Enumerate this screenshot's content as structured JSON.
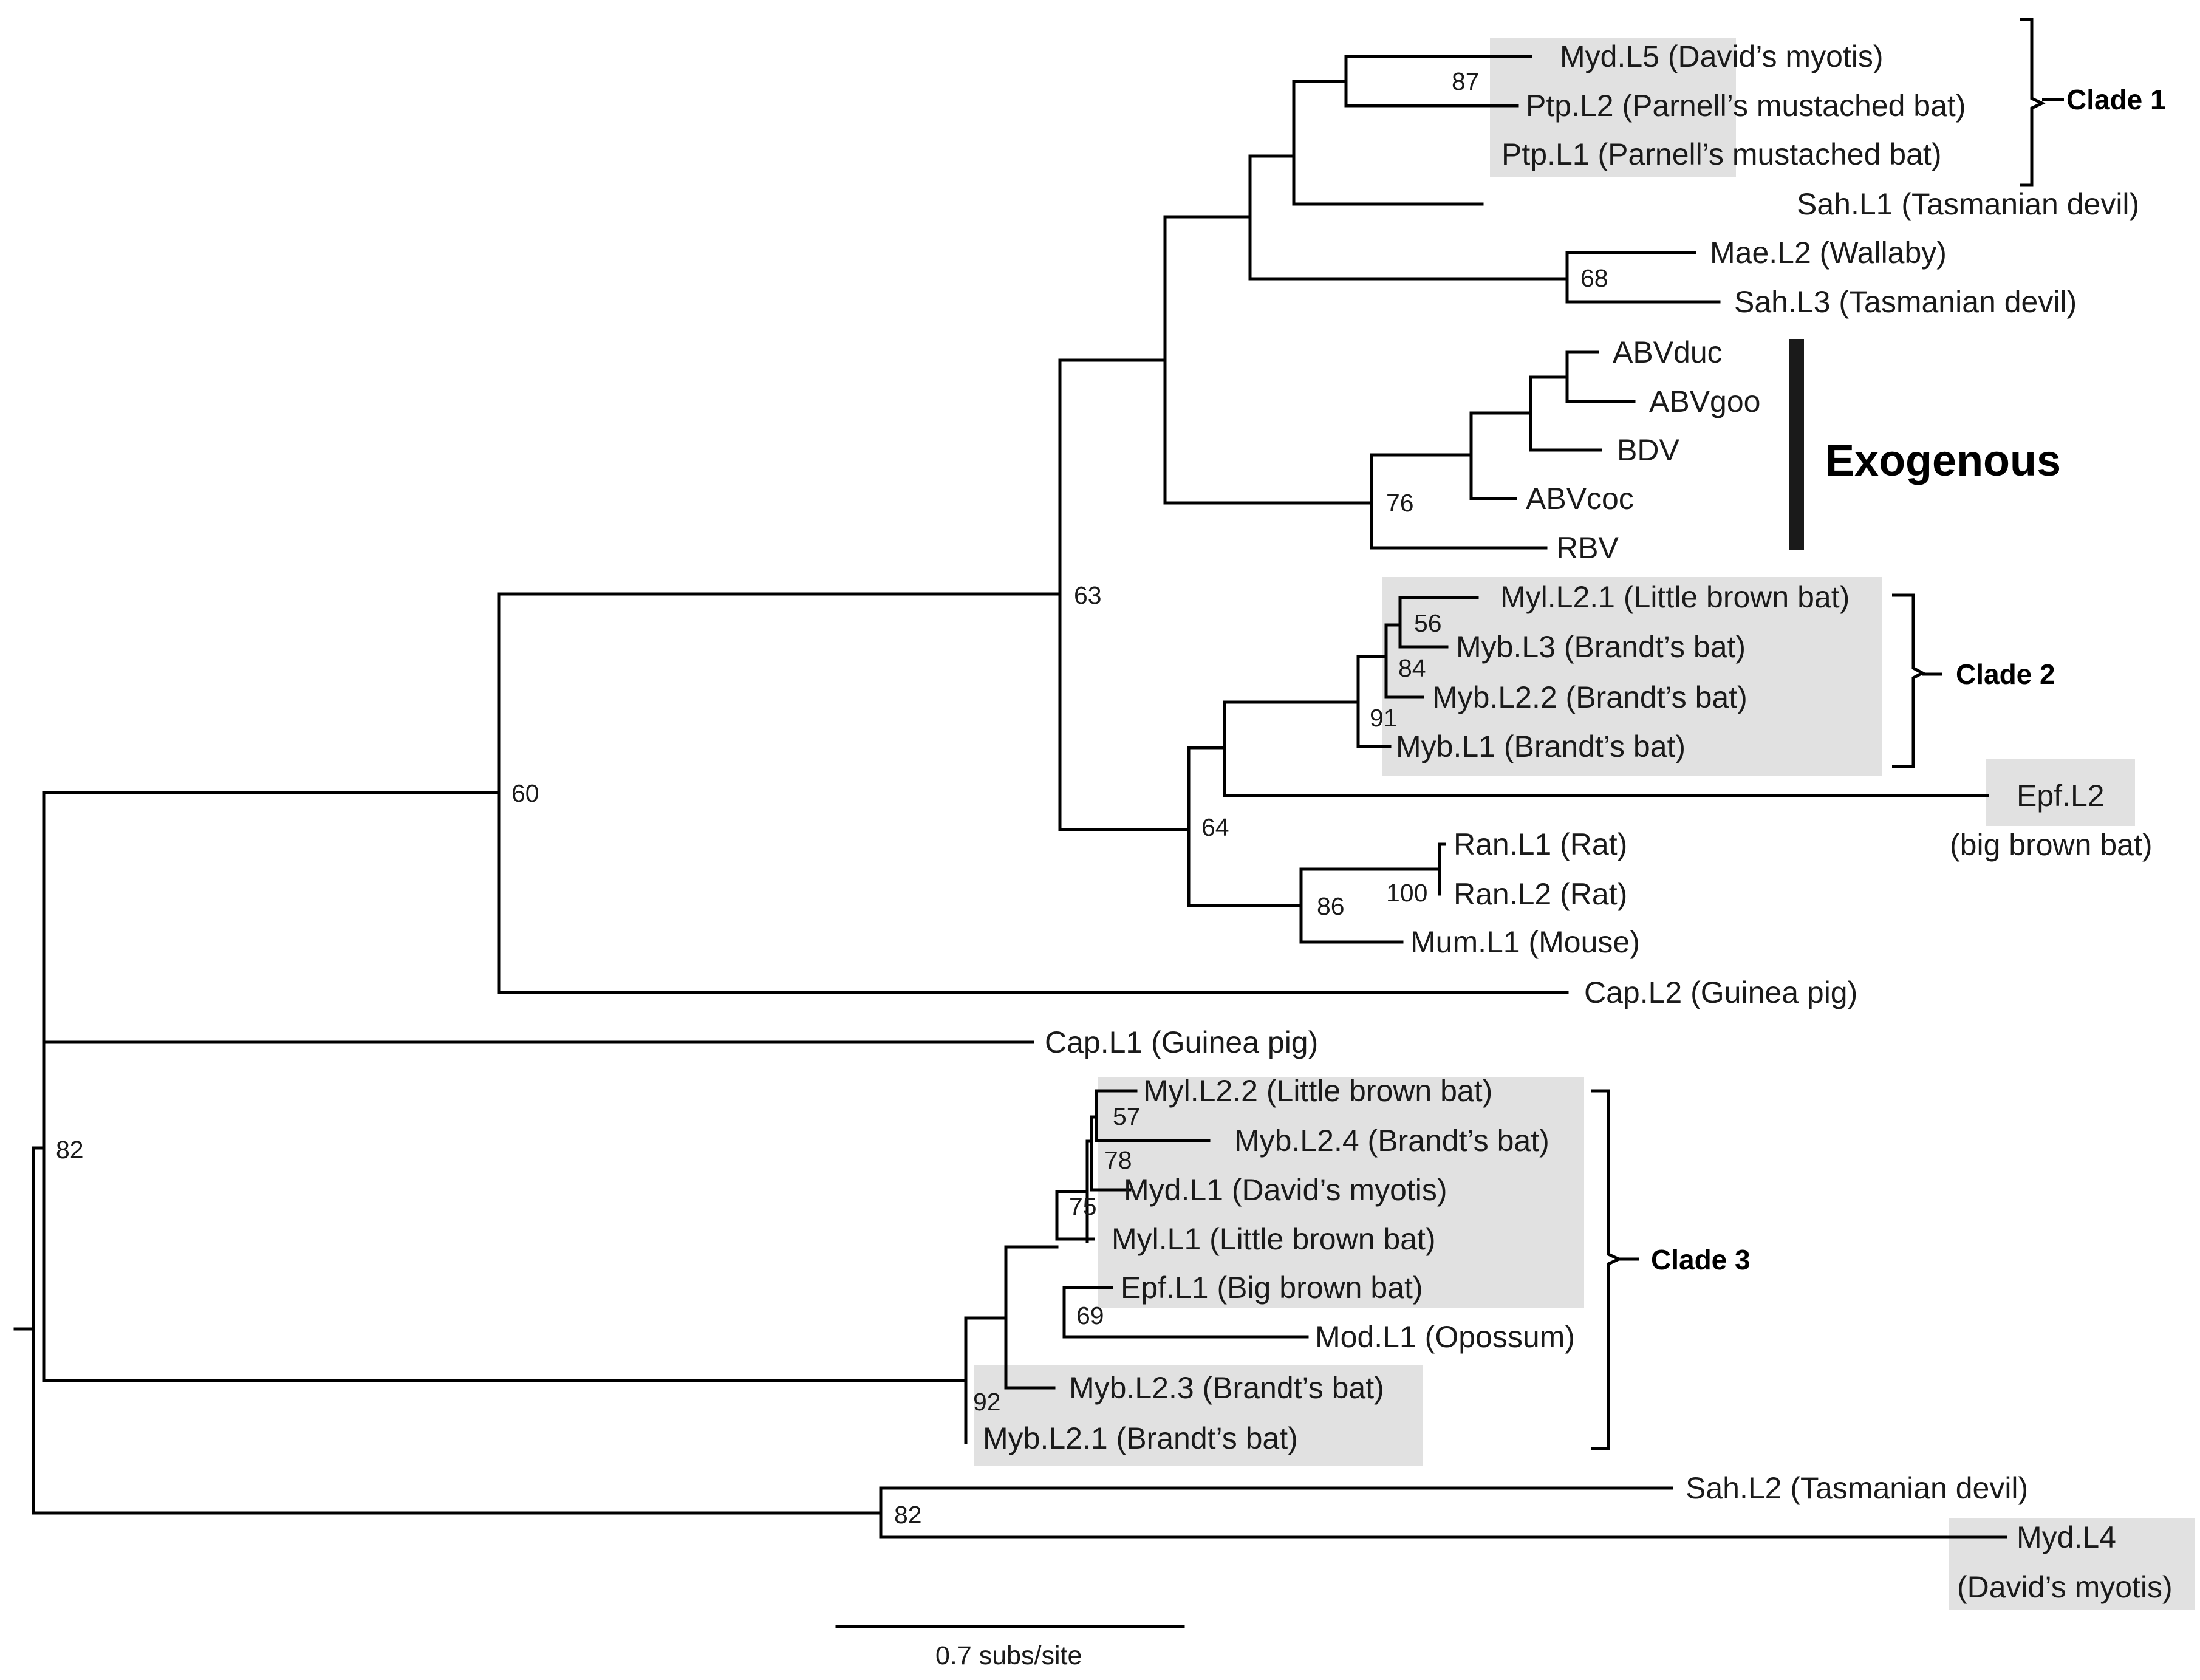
{
  "leaves": {
    "myd_l5": "Myd.L5 (David’s myotis)",
    "ptp_l2": "Ptp.L2 (Parnell’s mustached bat)",
    "ptp_l1": "Ptp.L1 (Parnell’s mustached bat)",
    "sah_l1": "Sah.L1 (Tasmanian devil)",
    "mae_l2": "Mae.L2 (Wallaby)",
    "sah_l3": "Sah.L3 (Tasmanian devil)",
    "abvduc": "ABVduc",
    "abvgoo": "ABVgoo",
    "bdv": "BDV",
    "abvcoc": "ABVcoc",
    "rbv": "RBV",
    "myl_l2_1": "Myl.L2.1 (Little brown bat)",
    "myb_l3": "Myb.L3 (Brandt’s bat)",
    "myb_l2_2": "Myb.L2.2 (Brandt’s bat)",
    "myb_l1": "Myb.L1 (Brandt’s bat)",
    "epf_l2": "Epf.L2",
    "epf_l2_host": "(big brown bat)",
    "ran_l1": "Ran.L1 (Rat)",
    "ran_l2": "Ran.L2 (Rat)",
    "mum_l1": "Mum.L1 (Mouse)",
    "cap_l2": "Cap.L2 (Guinea pig)",
    "cap_l1": "Cap.L1 (Guinea pig)",
    "myl_l2_2": "Myl.L2.2 (Little brown bat)",
    "myb_l2_4": "Myb.L2.4 (Brandt’s bat)",
    "myd_l1": "Myd.L1 (David’s myotis)",
    "myl_l1": "Myl.L1 (Little brown bat)",
    "epf_l1": "Epf.L1 (Big brown bat)",
    "mod_l1": "Mod.L1 (Opossum)",
    "myb_l2_3": "Myb.L2.3 (Brandt’s bat)",
    "myb_l2_1": "Myb.L2.1 (Brandt’s bat)",
    "sah_l2": "Sah.L2 (Tasmanian devil)",
    "myd_l4": "Myd.L4",
    "myd_l4_host": "(David’s myotis)"
  },
  "bootstrap": {
    "b87": "87",
    "b68": "68",
    "b76": "76",
    "b63": "63",
    "b56": "56",
    "b84": "84",
    "b91": "91",
    "b64": "64",
    "b100": "100",
    "b86": "86",
    "b60": "60",
    "b82_root": "82",
    "b57": "57",
    "b78": "78",
    "b75": "75",
    "b69": "69",
    "b92": "92",
    "b82_lower": "82"
  },
  "clades": {
    "clade1": "Clade 1",
    "clade2": "Clade 2",
    "clade3": "Clade 3",
    "exogenous": "Exogenous"
  },
  "scale_bar": {
    "label": "0.7 subs/site"
  },
  "colors": {
    "highlight": "#e1e1e1",
    "branch": "#000000"
  }
}
